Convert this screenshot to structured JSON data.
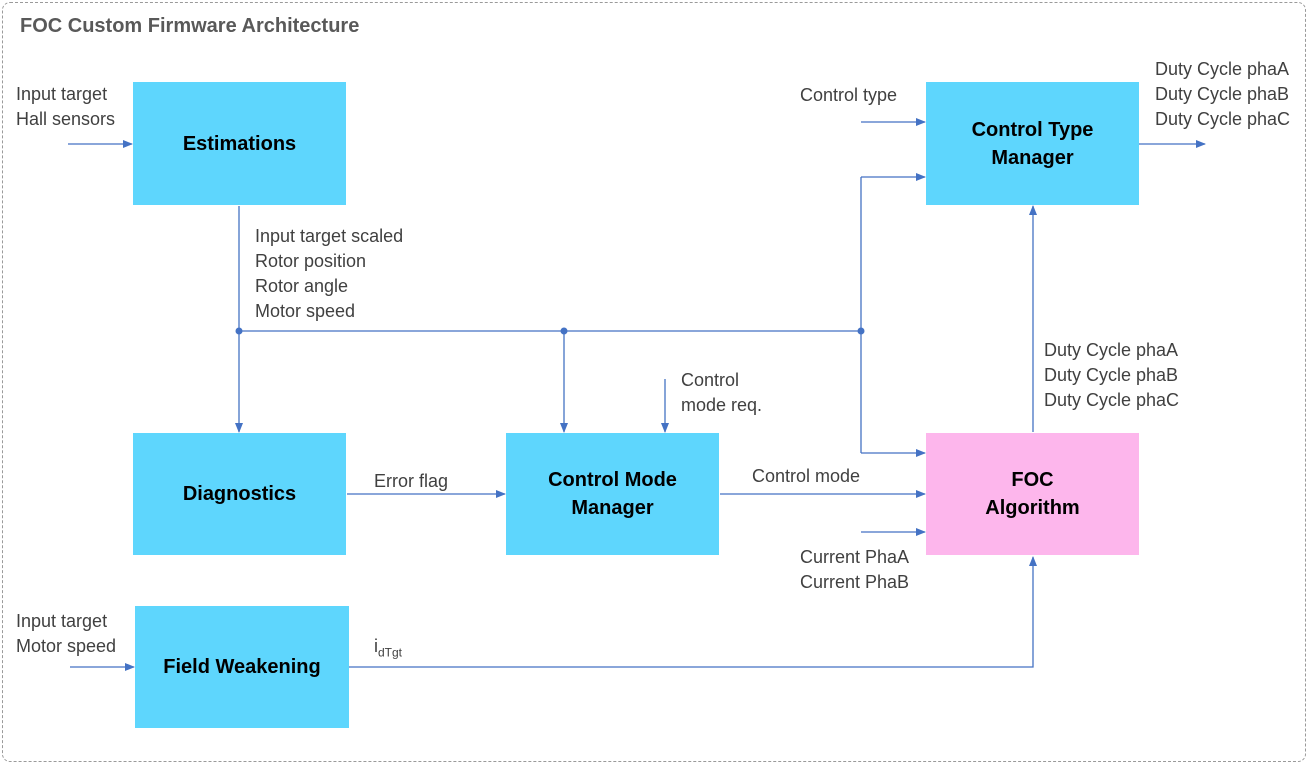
{
  "title": "FOC Custom Firmware Architecture",
  "blocks": {
    "estimations": "Estimations",
    "diagnostics": "Diagnostics",
    "control_mode_manager": [
      "Control Mode",
      "Manager"
    ],
    "field_weakening": "Field Weakening",
    "control_type_manager": [
      "Control Type",
      "Manager"
    ],
    "foc_algorithm": [
      "FOC",
      "Algorithm"
    ]
  },
  "colors": {
    "block_blue": "#5ed6fd",
    "block_pink": "#fdb6ec",
    "wire": "#4472c4",
    "label_text": "#404040"
  },
  "labels": {
    "estimations_inputs": [
      "Input target",
      "Hall sensors"
    ],
    "estimation_outputs": [
      "Input target scaled",
      "Rotor position",
      "Rotor angle",
      "Motor speed"
    ],
    "control_mode_req": [
      "Control",
      "mode req."
    ],
    "error_flag": "Error flag",
    "control_mode": "Control mode",
    "current_inputs": [
      "Current PhaA",
      "Current PhaB"
    ],
    "fw_inputs": [
      "Input target",
      "Motor speed"
    ],
    "id_target": {
      "base": "i",
      "sub": "dTgt"
    },
    "control_type": "Control type",
    "foc_outputs": [
      "Duty Cycle phaA",
      "Duty Cycle phaB",
      "Duty Cycle phaC"
    ],
    "final_outputs": [
      "Duty Cycle phaA",
      "Duty Cycle phaB",
      "Duty Cycle phaC"
    ]
  }
}
